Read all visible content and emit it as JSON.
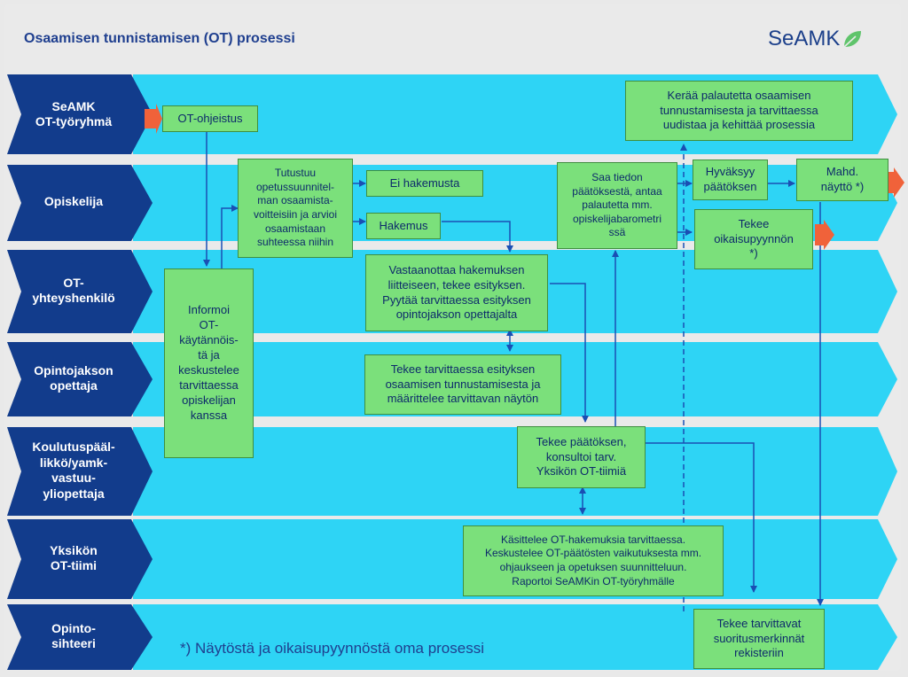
{
  "title": "Osaamisen tunnistamisen (OT) prosessi",
  "logo": {
    "text": "SeAMK",
    "icon": "leaf-icon"
  },
  "colors": {
    "lane": "#2ed4f5",
    "label": "#123c8c",
    "box": "#7be07b",
    "box_border": "#3f8f3f",
    "arrow": "#1a4fb4",
    "start_marker": "#f0623a"
  },
  "lanes": [
    {
      "label": "SeAMK\nOT-työryhmä"
    },
    {
      "label": "Opiskelija"
    },
    {
      "label": "OT-\nyhteyshenkilö"
    },
    {
      "label": "Opintojakson\nopettaja"
    },
    {
      "label": "Koulutuspääl-\nlikkö/yamk-\nvastuu-\nyliopettaja"
    },
    {
      "label": "Yksikön\nOT-tiimi"
    },
    {
      "label": "Opinto-\nsihteeri"
    }
  ],
  "boxes": {
    "ot_ohjeistus": "OT-ohjeistus",
    "palaute": "Kerää palautetta osaamisen\ntunnustamisesta ja tarvittaessa\nuudistaa ja kehittää prosessia",
    "tutustuu": "Tutustuu\nopetussuunnitel-\nman osaamista-\nvoitteisiin ja arvioi\nosaamistaan\nsuhteessa niihin",
    "ei_hakemusta": "Ei hakemusta",
    "hakemus": "Hakemus",
    "saa_tiedon": "Saa tiedon\npäätöksestä, antaa\npalautetta mm.\nopiskelijabarometri\nssä",
    "hyvaksyy": "Hyväksyy\npäätöksen",
    "mahd_naytto": "Mahd.\nnäyttö *)",
    "oikaisupyynto": "Tekee\noikaisupyynnön\n*)",
    "informoi": "Informoi\nOT-\nkäytännöis-\ntä ja\nkeskustelee\ntarvittaessa\nopiskelijan\nkanssa",
    "vastaanottaa": "Vastaanottaa hakemuksen\nliitteiseen, tekee esityksen.\nPyytää tarvittaessa esityksen\nopintojakson opettajalta",
    "esitys": "Tekee  tarvittaessa esityksen\nosaamisen tunnustamisesta ja\nmäärittelee tarvittavan näytön",
    "paatos": "Tekee päätöksen,\nkonsultoi tarv.\nYksikön OT-tiimiä",
    "kasittelee": "Käsittelee OT-hakemuksia tarvittaessa.\nKeskustelee OT-päätösten vaikutuksesta mm.\nohjaukseen ja opetuksen suunnitteluun.\nRaportoi SeAMKin OT-työryhmälle",
    "suoritusmerkinnat": "Tekee tarvittavat\nsuoritusmerkinnät\nrekisteriin"
  },
  "footnote": "*) Näytöstä ja oikaisupyynnöstä oma prosessi"
}
